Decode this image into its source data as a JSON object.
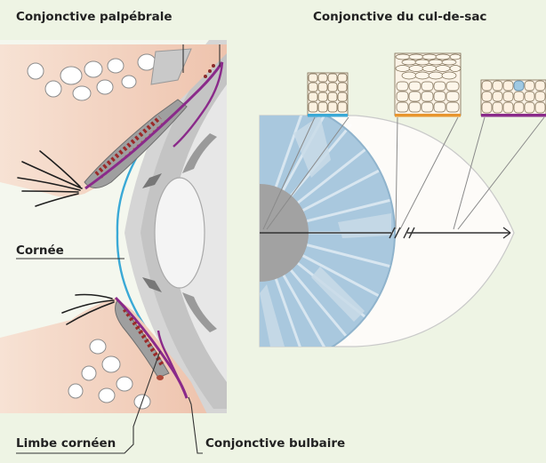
{
  "labels": {
    "palpebral": "Conjonctive palpébrale",
    "fornix": "Conjonctive du cul-de-sac",
    "cornea": "Cornée",
    "limbus": "Limbe cornéen",
    "bulbar": "Conjonctive bulbaire"
  },
  "colors": {
    "background": "#eef4e4",
    "cornea_line": "#3aa9d6",
    "limbus_mark": "#e8952e",
    "conjunctiva_line": "#8a2a8a",
    "eyelid_skin": "#f2d2bf",
    "tarsal_glands": "#9b2a2a",
    "iris_blue": "#a9c8de",
    "pupil_gray": "#a2a2a2",
    "sclera": "#ffffff"
  },
  "icons": [
    "epithelium-tile-blue",
    "epithelium-tile-orange",
    "epithelium-tile-purple"
  ]
}
